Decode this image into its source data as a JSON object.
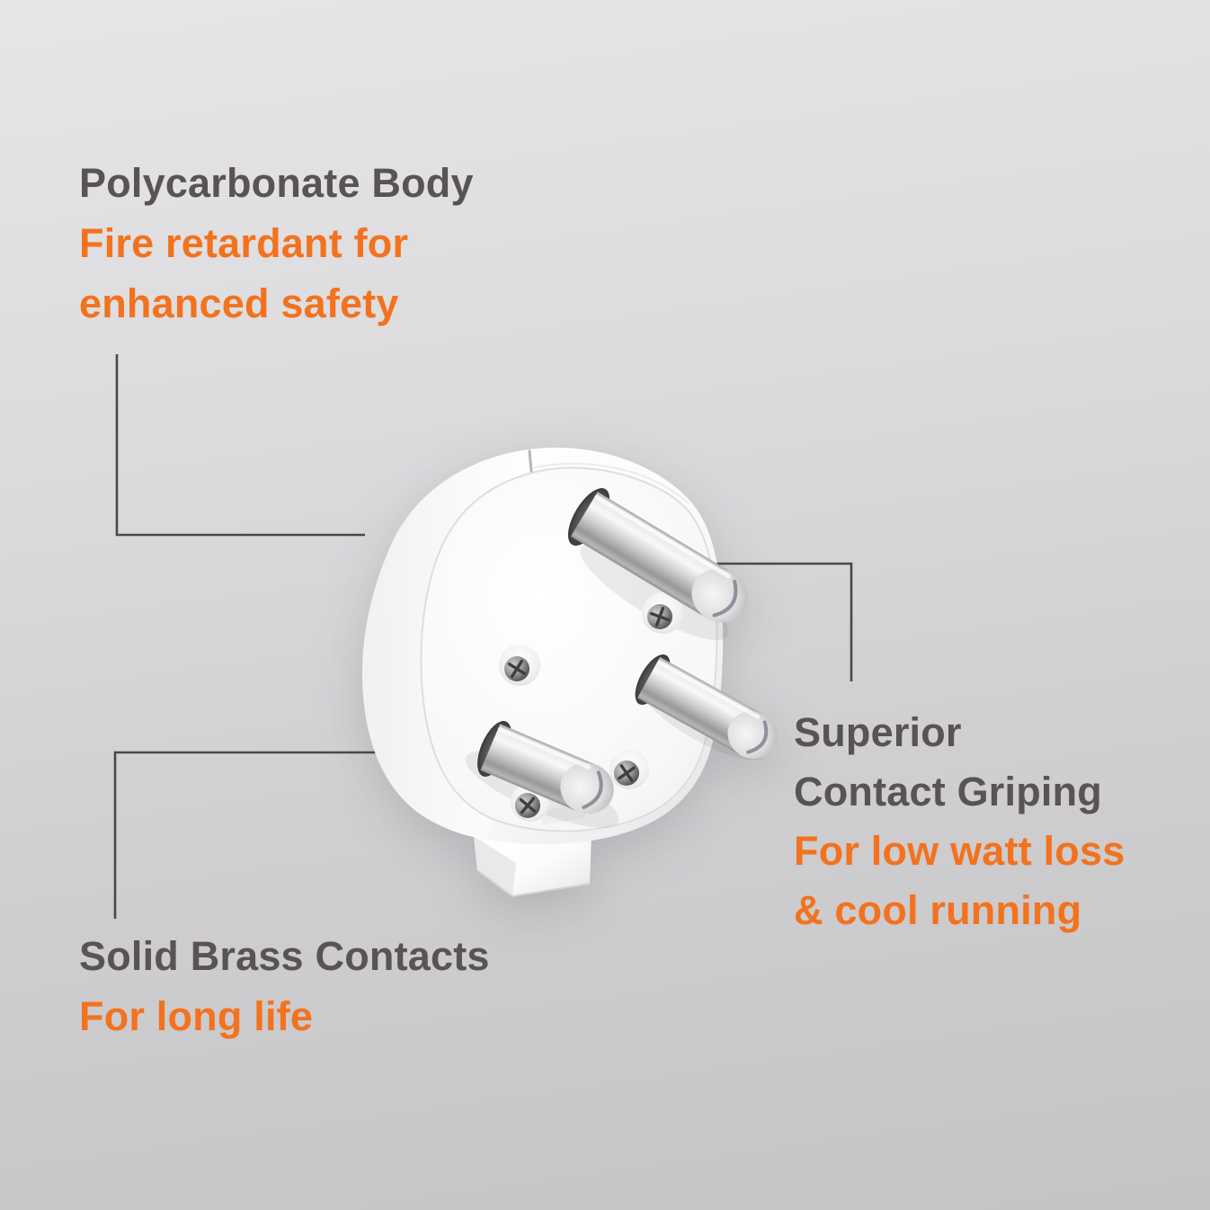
{
  "colors": {
    "background_top": "#e6e5e7",
    "background_bottom": "#c4c3c5",
    "heading": "#5a5353",
    "accent": "#f3721e",
    "callout_line": "#4c4848"
  },
  "callouts": {
    "top_left": {
      "title": "Polycarbonate Body",
      "lines": [
        "Fire retardant for",
        "enhanced safety"
      ]
    },
    "right": {
      "title_lines": [
        "Superior",
        "Contact Griping"
      ],
      "lines": [
        "For low watt loss",
        "& cool running"
      ]
    },
    "bottom_left": {
      "title": "Solid Brass Contacts",
      "lines": [
        "For long life"
      ]
    }
  },
  "product_image": {
    "description": "White three-pin electrical plug shown from the pin side with two fixing screws and a cable entry at the bottom"
  }
}
